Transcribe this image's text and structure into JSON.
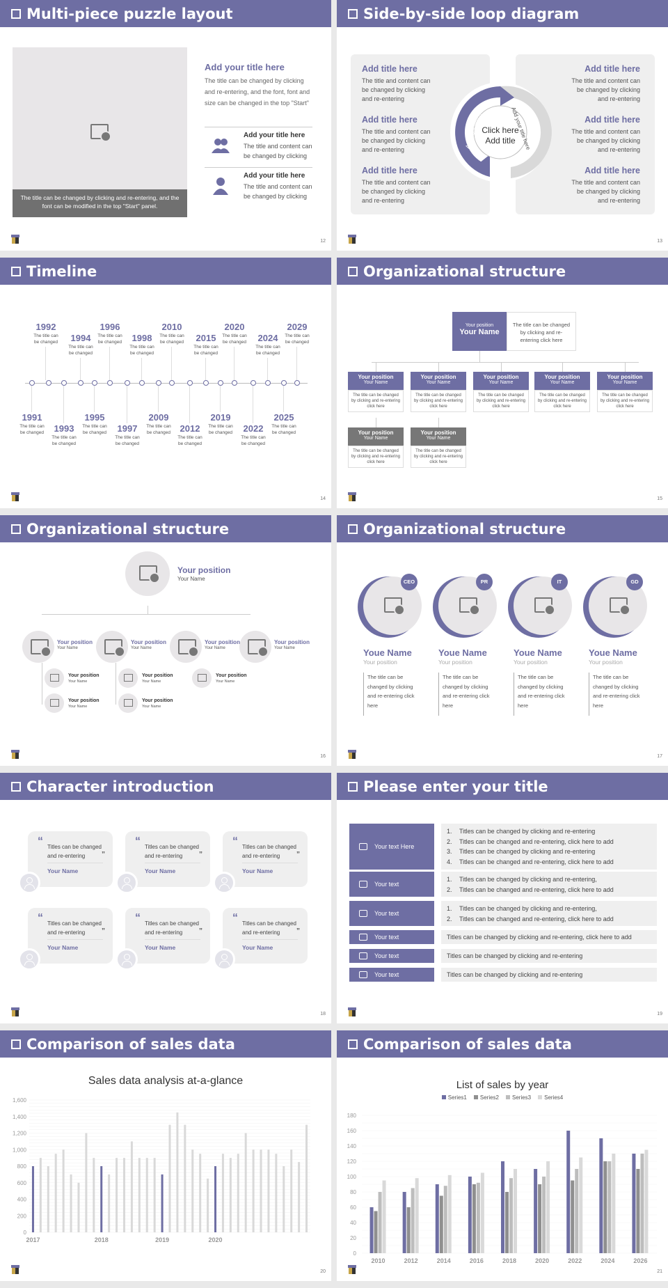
{
  "slides": [
    {
      "title": "Multi-piece puzzle layout",
      "page": "12",
      "caption": "The title can be changed by clicking and re-entering, and the font can be modified in the top \"Start\" panel.",
      "main_title": "Add your title here",
      "main_text": "The title can be changed by clicking and re-entering, and the font, font and size can be changed in the top \"Start\"",
      "items": [
        {
          "title": "Add your title here",
          "text": "The title and content can be changed by clicking"
        },
        {
          "title": "Add your title here",
          "text": "The title and content can be changed by clicking"
        }
      ]
    },
    {
      "title": "Side-by-side loop diagram",
      "page": "13",
      "center": "Click here Add title",
      "arc_left": "Add your title here",
      "arc_right": "Add your title here",
      "left": [
        {
          "title": "Add title here",
          "text": "The title and content can be changed by clicking and re-entering"
        },
        {
          "title": "Add title here",
          "text": "The title and content can be changed by clicking and re-entering"
        },
        {
          "title": "Add title here",
          "text": "The title and content can be changed by clicking and re-entering"
        }
      ],
      "right": [
        {
          "title": "Add title here",
          "text": "The title and content can be changed by clicking and re-entering"
        },
        {
          "title": "Add title here",
          "text": "The title and content can be changed by clicking and re-entering"
        },
        {
          "title": "Add title here",
          "text": "The title and content can be changed by clicking and re-entering"
        }
      ]
    },
    {
      "title": "Timeline",
      "page": "14",
      "top": [
        {
          "year": "1992",
          "text": "The title can be changed"
        },
        {
          "year": "1994",
          "text": "The title can be changed"
        },
        {
          "year": "1996",
          "text": "The title can be changed"
        },
        {
          "year": "1998",
          "text": "The title can be changed"
        },
        {
          "year": "2010",
          "text": "The title can be changed"
        },
        {
          "year": "2015",
          "text": "The title can be changed"
        },
        {
          "year": "2020",
          "text": "The title can be changed"
        },
        {
          "year": "2024",
          "text": "The title can be changed"
        },
        {
          "year": "2029",
          "text": "The title can be changed"
        }
      ],
      "bottom": [
        {
          "year": "1991",
          "text": "The title can be changed"
        },
        {
          "year": "1993",
          "text": "The title can be changed"
        },
        {
          "year": "1995",
          "text": "The title can be changed"
        },
        {
          "year": "1997",
          "text": "The title can be changed"
        },
        {
          "year": "2009",
          "text": "The title can be changed"
        },
        {
          "year": "2012",
          "text": "The title can be changed"
        },
        {
          "year": "2019",
          "text": "The title can be changed"
        },
        {
          "year": "2022",
          "text": "The title can be changed"
        },
        {
          "year": "2025",
          "text": "The title can be changed"
        }
      ]
    },
    {
      "title": "Organizational structure",
      "page": "15",
      "head_pos": "Your position",
      "head_name": "Your Name",
      "head_text": "The title can be changed by clicking and re-entering click here",
      "box_pos": "Your position",
      "box_name": "Your Name",
      "box_text": "The title can be changed by clicking and re-entering click here"
    },
    {
      "title": "Organizational structure",
      "page": "16",
      "pos": "Your position",
      "name": "Your Name"
    },
    {
      "title": "Organizational structure",
      "page": "17",
      "people": [
        {
          "badge": "CEO",
          "name": "Youe Name",
          "pos": "Your position",
          "text": "The title can be changed by clicking and re-entering click here"
        },
        {
          "badge": "PR",
          "name": "Youe Name",
          "pos": "Your position",
          "text": "The title can be changed by clicking and re-entering click here"
        },
        {
          "badge": "IT",
          "name": "Youe Name",
          "pos": "Your position",
          "text": "The title can be changed by clicking and re-entering click here"
        },
        {
          "badge": "GD",
          "name": "Youe Name",
          "pos": "Your position",
          "text": "The title can be changed by clicking and re-entering click here"
        }
      ]
    },
    {
      "title": "Character introduction",
      "page": "18",
      "quote": "Titles can be changed and re-entering",
      "name": "Your Name"
    },
    {
      "title": "Please enter your title",
      "page": "19",
      "rows": [
        {
          "label": "Your text Here",
          "icon": "monitor-icon",
          "items": [
            "Titles can be changed by clicking and re-entering",
            "Titles can be changed and re-entering, click here to add",
            "Titles can be changed by clicking and re-entering",
            "Titles can be changed and re-entering, click here to add"
          ]
        },
        {
          "label": "Your text",
          "icon": "handshake-icon",
          "items": [
            "Titles can be changed by clicking and re-entering,",
            "Titles can be changed and re-entering, click here to add"
          ]
        },
        {
          "label": "Your text",
          "icon": "shield-icon",
          "items": [
            "Titles can be changed by clicking and re-entering,",
            "Titles can be changed and re-entering, click here to add"
          ]
        },
        {
          "label": "Your text",
          "icon": "bar-chart-icon",
          "text": "Titles can be changed by clicking and re-entering, click here to add"
        },
        {
          "label": "Your text",
          "icon": "users-icon",
          "text": "Titles can be changed by clicking and re-entering"
        },
        {
          "label": "Your text",
          "icon": "person-ring-icon",
          "text": "Titles can be changed by clicking and re-entering"
        }
      ]
    },
    {
      "title": "Comparison of sales data",
      "page": "20"
    },
    {
      "title": "Comparison of sales data",
      "page": "21"
    }
  ],
  "chart_data": [
    {
      "type": "bar",
      "title": "Sales data analysis at-a-glance",
      "ylim": [
        0,
        1600
      ],
      "yticks": [
        "0",
        "200",
        "400",
        "600",
        "800",
        "1,000",
        "1,200",
        "1,400",
        "1,600"
      ],
      "x_labels": [
        "2017",
        "2018",
        "2019",
        "2020"
      ],
      "values": [
        800,
        900,
        800,
        950,
        1000,
        700,
        600,
        1200,
        900,
        800,
        700,
        900,
        900,
        1100,
        900,
        900,
        900,
        700,
        1300,
        1450,
        1300,
        1000,
        950,
        650,
        800,
        950,
        900,
        950,
        1200,
        1000,
        1000,
        1000,
        950,
        800,
        1000,
        850,
        1300
      ],
      "highlight_indices": [
        0,
        9,
        17,
        24
      ],
      "colors": {
        "highlight": "#6e6ea3",
        "normal": "#d9d9d9"
      }
    },
    {
      "type": "bar",
      "title": "List of sales by year",
      "categories": [
        "2010",
        "2012",
        "2014",
        "2016",
        "2018",
        "2020",
        "2022",
        "2024",
        "2026"
      ],
      "ylim": [
        0,
        180
      ],
      "yticks": [
        "0",
        "20",
        "40",
        "60",
        "80",
        "100",
        "120",
        "140",
        "160",
        "180"
      ],
      "series": [
        {
          "name": "Series1",
          "color": "#6e6ea3",
          "values": [
            60,
            80,
            90,
            100,
            120,
            110,
            160,
            150,
            130
          ]
        },
        {
          "name": "Series2",
          "color": "#8f8f8f",
          "values": [
            55,
            60,
            75,
            90,
            80,
            90,
            95,
            120,
            110
          ]
        },
        {
          "name": "Series3",
          "color": "#bdbdbd",
          "values": [
            80,
            85,
            88,
            92,
            98,
            100,
            110,
            120,
            130
          ]
        },
        {
          "name": "Series4",
          "color": "#d9d9d9",
          "values": [
            95,
            98,
            102,
            105,
            110,
            120,
            125,
            130,
            135
          ]
        }
      ]
    }
  ]
}
